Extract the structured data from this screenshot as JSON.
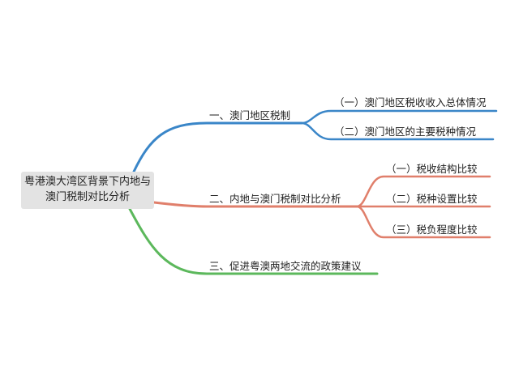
{
  "root": {
    "line1": "粤港澳大湾区背景下内地与",
    "line2": "澳门税制对比分析"
  },
  "branches": [
    {
      "label": "一、澳门地区税制",
      "color": "#3a86c8",
      "children": [
        "（一）澳门地区税收收入总体情况",
        "（二）澳门地区的主要税种情况"
      ]
    },
    {
      "label": "二、内地与澳门税制对比分析",
      "color": "#e07f6b",
      "children": [
        "（一）税收结构比较",
        "（二）税种设置比较",
        "（三）税负程度比较"
      ]
    },
    {
      "label": "三、促进粤澳两地交流的政策建议",
      "color": "#5cb85c",
      "children": []
    }
  ]
}
